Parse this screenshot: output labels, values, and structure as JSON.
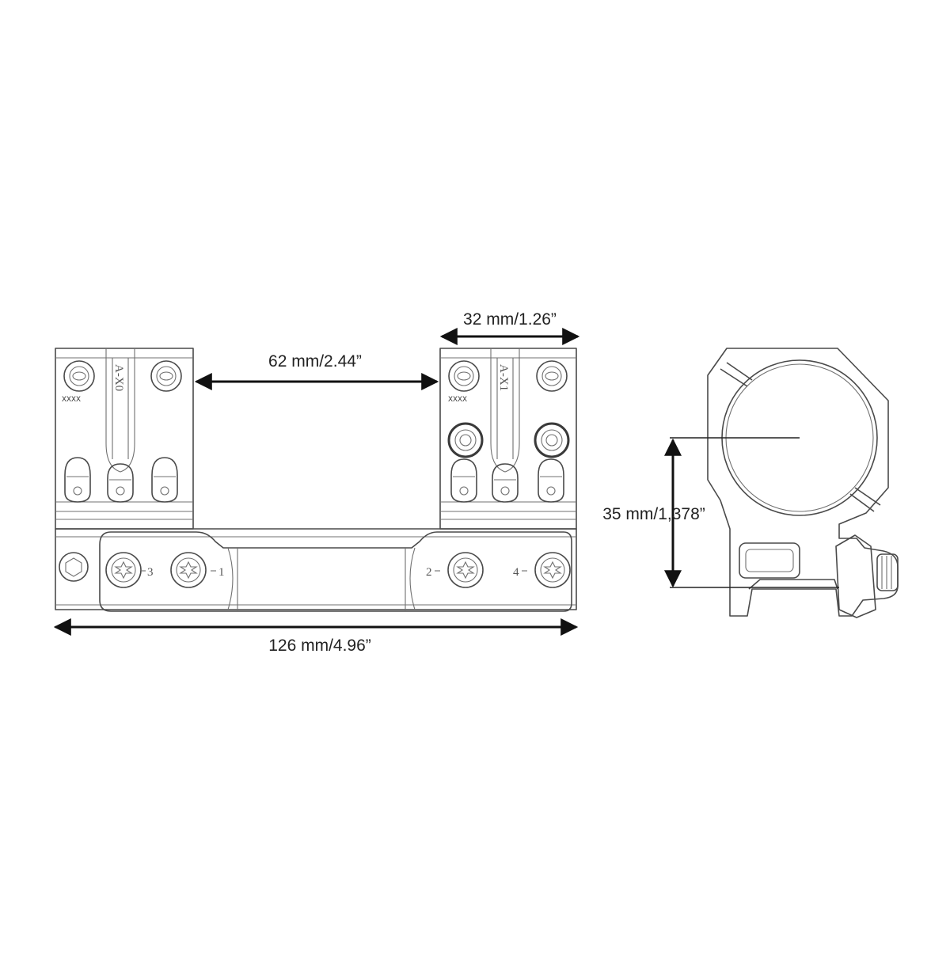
{
  "dimensions": {
    "ring_gap": "62 mm/2.44”",
    "ring_width": "32 mm/1.26”",
    "total_length": "126 mm/4.96”",
    "center_height": "35 mm/1,378”"
  },
  "engravings": {
    "left_ring_code": "A-X0",
    "right_ring_code": "A-X1",
    "left_ring_serial": "XXXX",
    "right_ring_serial": "XXXX",
    "base_screw_labels": [
      "3",
      "1",
      "2",
      "4"
    ]
  },
  "colors": {
    "outline": "#4a4a4a",
    "dimension_arrows": "#111111",
    "background": "#ffffff"
  }
}
